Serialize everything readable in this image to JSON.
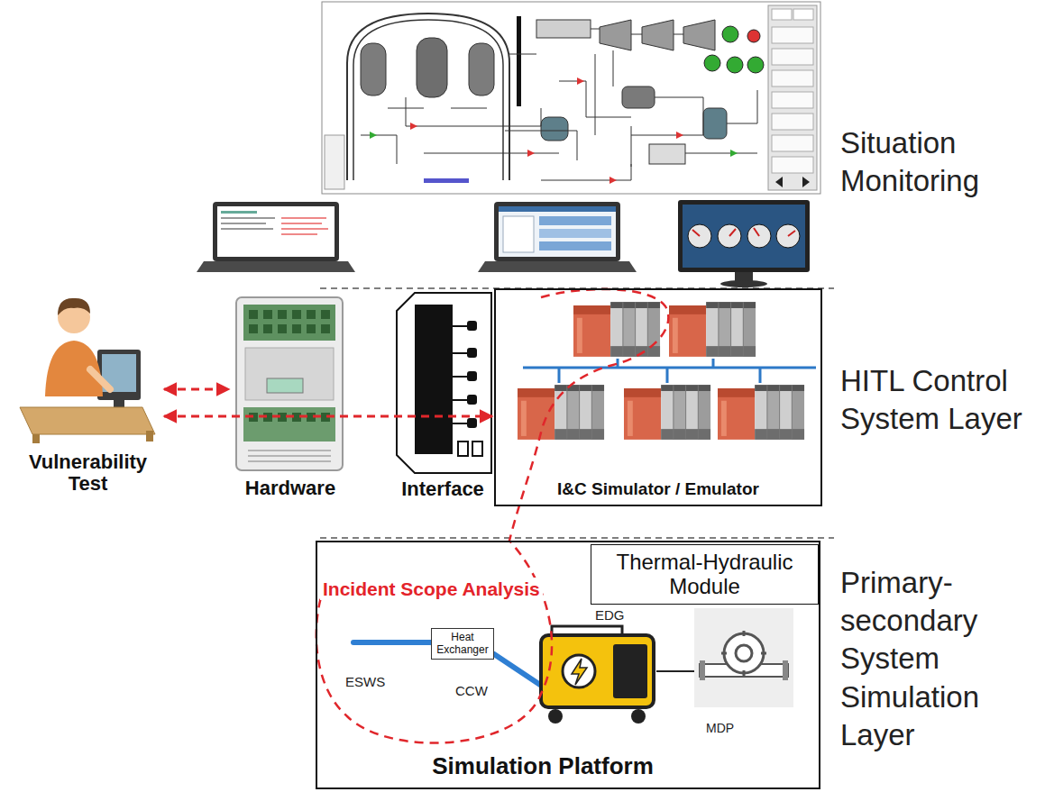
{
  "diagram": {
    "nodes": [
      {
        "text": [
          "Vulnerability Test"
        ]
      },
      {
        "text": [
          "Hardware"
        ]
      },
      {
        "text": [
          "Interface"
        ]
      },
      {
        "text": [
          "I&C Simulator / Emulator"
        ]
      },
      {
        "text": [
          "Simulation Platform"
        ]
      },
      {
        "text": [
          "Thermal-Hydraulic Module"
        ],
        "in": 4
      },
      {
        "text": [
          "Heat Exchanger"
        ],
        "in": 4
      }
    ],
    "edges": [
      {
        "from": 0,
        "to": 1,
        "arrow": "both"
      },
      {
        "from": 0,
        "to": 3,
        "arrow": "both"
      }
    ],
    "labels": [
      "Situation Monitoring",
      "HITL Control System Layer",
      "Primary-secondary System Simulation Layer",
      "Incident Scope Analysis",
      "ESWS",
      "CCW",
      "EDG",
      "MDP"
    ]
  }
}
